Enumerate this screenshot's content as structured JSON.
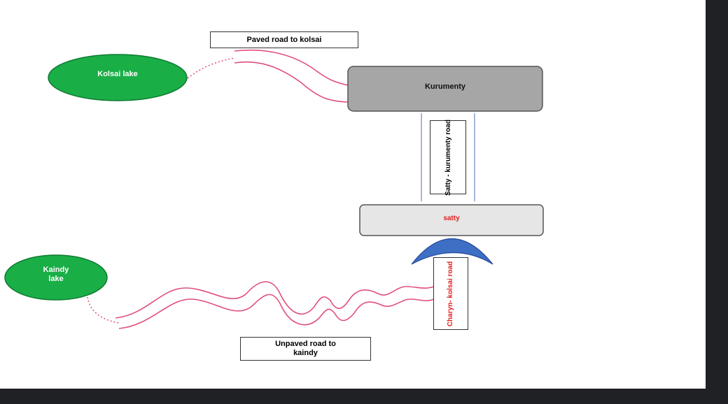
{
  "diagram": {
    "nodes": {
      "kolsai_lake": "Kolsai lake",
      "kaindy_lake_line1": "Kaindy",
      "kaindy_lake_line2": "lake",
      "kurumenty": "Kurumenty",
      "satty": "satty"
    },
    "labels": {
      "paved_road": "Paved road to kolsai",
      "satty_kurumenty_road": "Satty - kurumenty road",
      "charyn_kolsai_road": "Charyn- kolsai road",
      "unpaved_road_line1": "Unpaved road to",
      "unpaved_road_line2": "kaindy"
    },
    "colors": {
      "lake_green": "#1aae47",
      "road_pink": "#e0507a",
      "kurumenty_gray": "#a6a6a6",
      "satty_gray": "#e6e6e6",
      "dome_blue": "#3d6fc4",
      "satty_text_red": "#e02020",
      "charyn_text_red": "#e02020"
    }
  }
}
